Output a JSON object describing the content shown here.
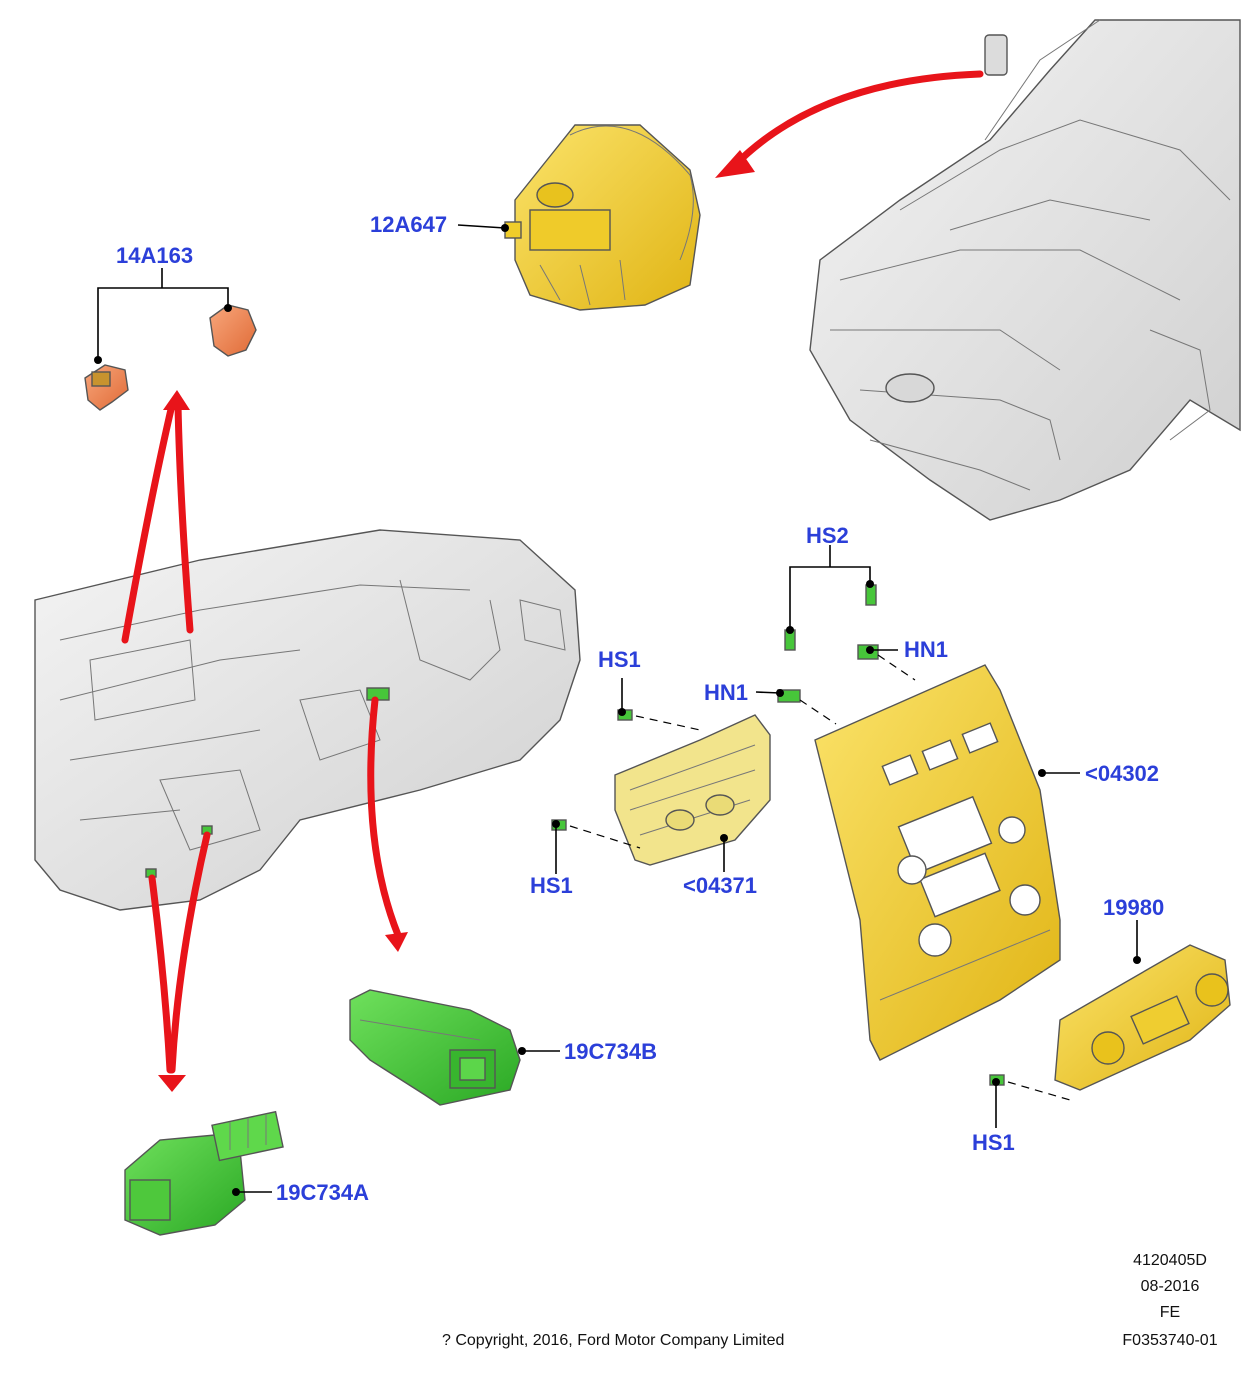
{
  "callouts": {
    "part_12a647": "12A647",
    "part_14a163": "14A163",
    "part_hs2": "HS2",
    "part_hn1_top": "HN1",
    "part_hn1_left": "HN1",
    "part_hs1_upper": "HS1",
    "part_hs1_lower": "HS1",
    "part_04371": "<04371",
    "part_04302": "<04302",
    "part_19980": "19980",
    "part_hs1_right": "HS1",
    "part_19c734b": "19C734B",
    "part_19c734a": "19C734A"
  },
  "footer": {
    "code": "4120405D",
    "date": "08-2016",
    "author": "FE",
    "figure": "F0353740-01",
    "copyright": "? Copyright, 2016, Ford Motor Company Limited"
  },
  "colors": {
    "callout_text": "#2b3fd9",
    "arrow": "#e8141a",
    "yellow_part": "#f1cf2a",
    "green_part": "#45c83a",
    "orange_part": "#f08a55"
  }
}
